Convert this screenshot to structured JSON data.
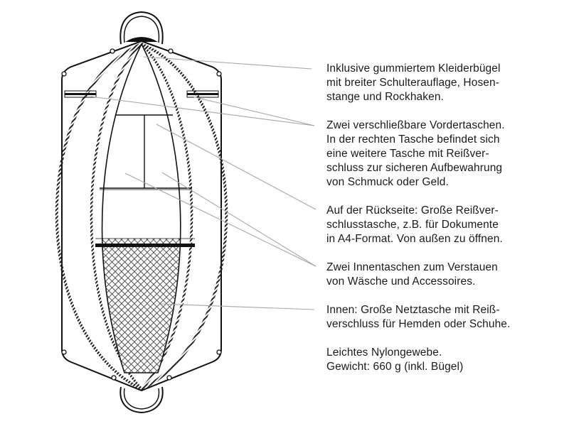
{
  "annotations": [
    {
      "lines": [
        "Inklusive gummiertem Kleiderbügel",
        "mit breiter Schulterauflage, Hosen-",
        "stange und Rockhaken."
      ]
    },
    {
      "lines": [
        "Zwei verschließbare Vordertaschen.",
        "In der rechten Tasche befindet sich",
        "eine weitere Tasche mit Reißver-",
        "schluss zur sicheren Aufbewahrung",
        "von Schmuck oder Geld."
      ]
    },
    {
      "lines": [
        "Auf der Rückseite: Große Reißver-",
        "schlusstasche, z.B. für Dokumente",
        "in A4-Format. Von außen zu öffnen."
      ]
    },
    {
      "lines": [
        "Zwei Innentaschen zum Verstauen",
        "von Wäsche und Accessoires."
      ]
    },
    {
      "lines": [
        "Innen: Große Netztasche mit Reiß-",
        "verschluss für Hemden oder Schuhe."
      ]
    },
    {
      "lines": [
        "Leichtes Nylongewebe.",
        "Gewicht: 660 g (inkl. Bügel)"
      ]
    }
  ],
  "colors": {
    "outline": "#111111",
    "leader": "#a6a6a6",
    "text": "#1a1a1a"
  }
}
